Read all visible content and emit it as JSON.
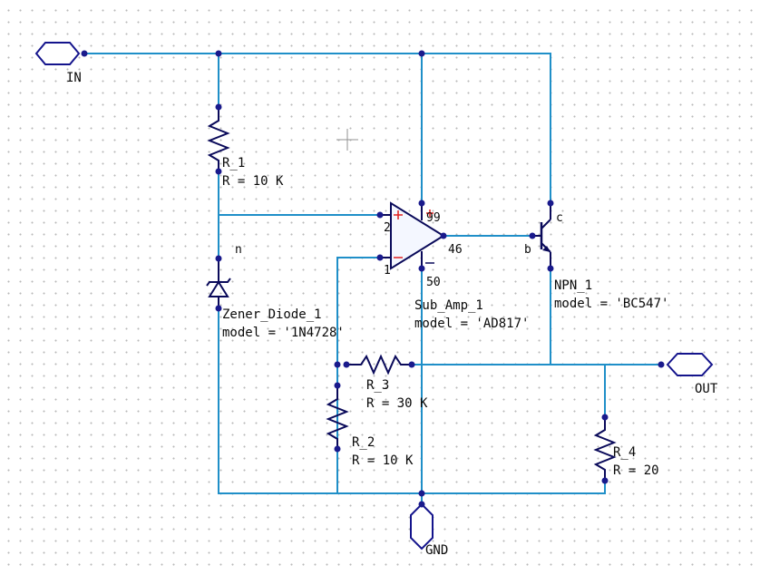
{
  "ports": {
    "in": "IN",
    "out": "OUT",
    "gnd": "GND"
  },
  "components": {
    "r1": {
      "name": "R_1",
      "value": "R = 10 K"
    },
    "r2": {
      "name": "R_2",
      "value": "R = 10 K"
    },
    "r3": {
      "name": "R_3",
      "value": "R = 30 K"
    },
    "r4": {
      "name": "R_4",
      "value": "R = 20"
    },
    "zener": {
      "name": "Zener_Diode_1",
      "model": "model = '1N4728'",
      "pin": "n"
    },
    "opamp": {
      "name": "Sub_Amp_1",
      "model": "model = 'AD817'",
      "pins": {
        "in_plus": "2",
        "in_minus": "1",
        "vpos": "99",
        "vneg": "50",
        "out": "46"
      }
    },
    "npn": {
      "name": "NPN_1",
      "model": "model = 'BC547'",
      "pins": {
        "collector": "c",
        "base": "b"
      }
    }
  },
  "colors": {
    "wire": "#1f8fc8",
    "symbol": "#0a0a5a",
    "node": "#1a1a8c",
    "polarity": "#e02020"
  }
}
